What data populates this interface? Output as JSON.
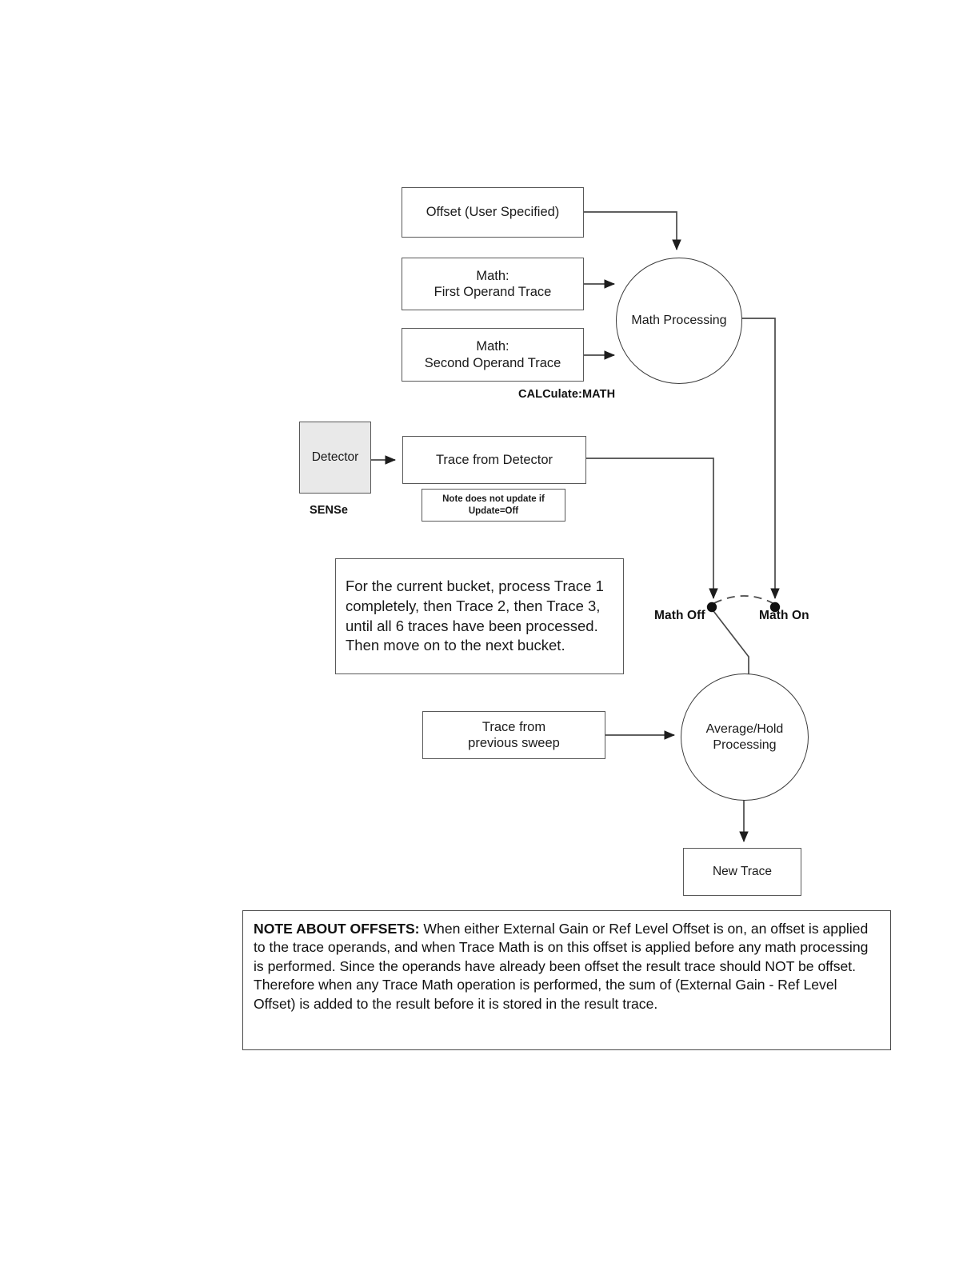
{
  "diagram": {
    "title": "Trace processing flow (Math / Average-Hold)",
    "type": "flowchart",
    "nodes": {
      "offset": {
        "label": "Offset (User Specified)"
      },
      "first_operand": {
        "label": "Math:\nFirst Operand Trace"
      },
      "second_operand": {
        "label": "Math:\nSecond Operand Trace"
      },
      "math_processing": {
        "label": "Math\nProcessing"
      },
      "detector": {
        "label": "Detector"
      },
      "trace_from_detector": {
        "label": "Trace from Detector"
      },
      "update_note": {
        "label": "Note does not update if\nUpdate=Off"
      },
      "bucket_note": {
        "label": "For the current bucket, process Trace 1 completely, then Trace 2, then Trace 3, until all 6 traces have been processed.  Then move on to the next bucket."
      },
      "trace_previous_sweep": {
        "label": "Trace from\nprevious sweep"
      },
      "average_hold": {
        "label": "Average/Hold\nProcessing"
      },
      "new_trace": {
        "label": "New Trace"
      }
    },
    "captions": {
      "calculate_math": "CALCulate:MATH",
      "sense": "SENSe",
      "math_off": "Math Off",
      "math_on": "Math On"
    },
    "note": {
      "heading": "NOTE ABOUT OFFSETS:",
      "body": "  When either External Gain or Ref Level Offset is on, an offset is applied to the trace operands, and when Trace Math is on this offset is applied before any math processing is performed. Since the operands have already been offset the result trace should NOT be offset.  Therefore when any Trace Math operation is performed, the sum of (External Gain - Ref Level Offset) is added to the result before it is stored in the result trace."
    },
    "colors": {
      "stroke": "#4a4a4a",
      "detector_fill": "#e9e9e9",
      "background": "#ffffff",
      "text": "#111111"
    }
  }
}
